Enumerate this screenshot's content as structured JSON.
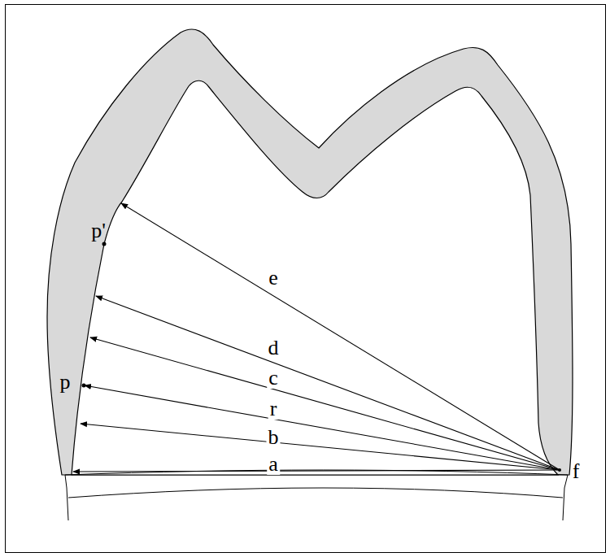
{
  "diagram": {
    "labels": [
      "p'",
      "e",
      "d",
      "c",
      "p",
      "r",
      "b",
      "a",
      "f"
    ]
  }
}
